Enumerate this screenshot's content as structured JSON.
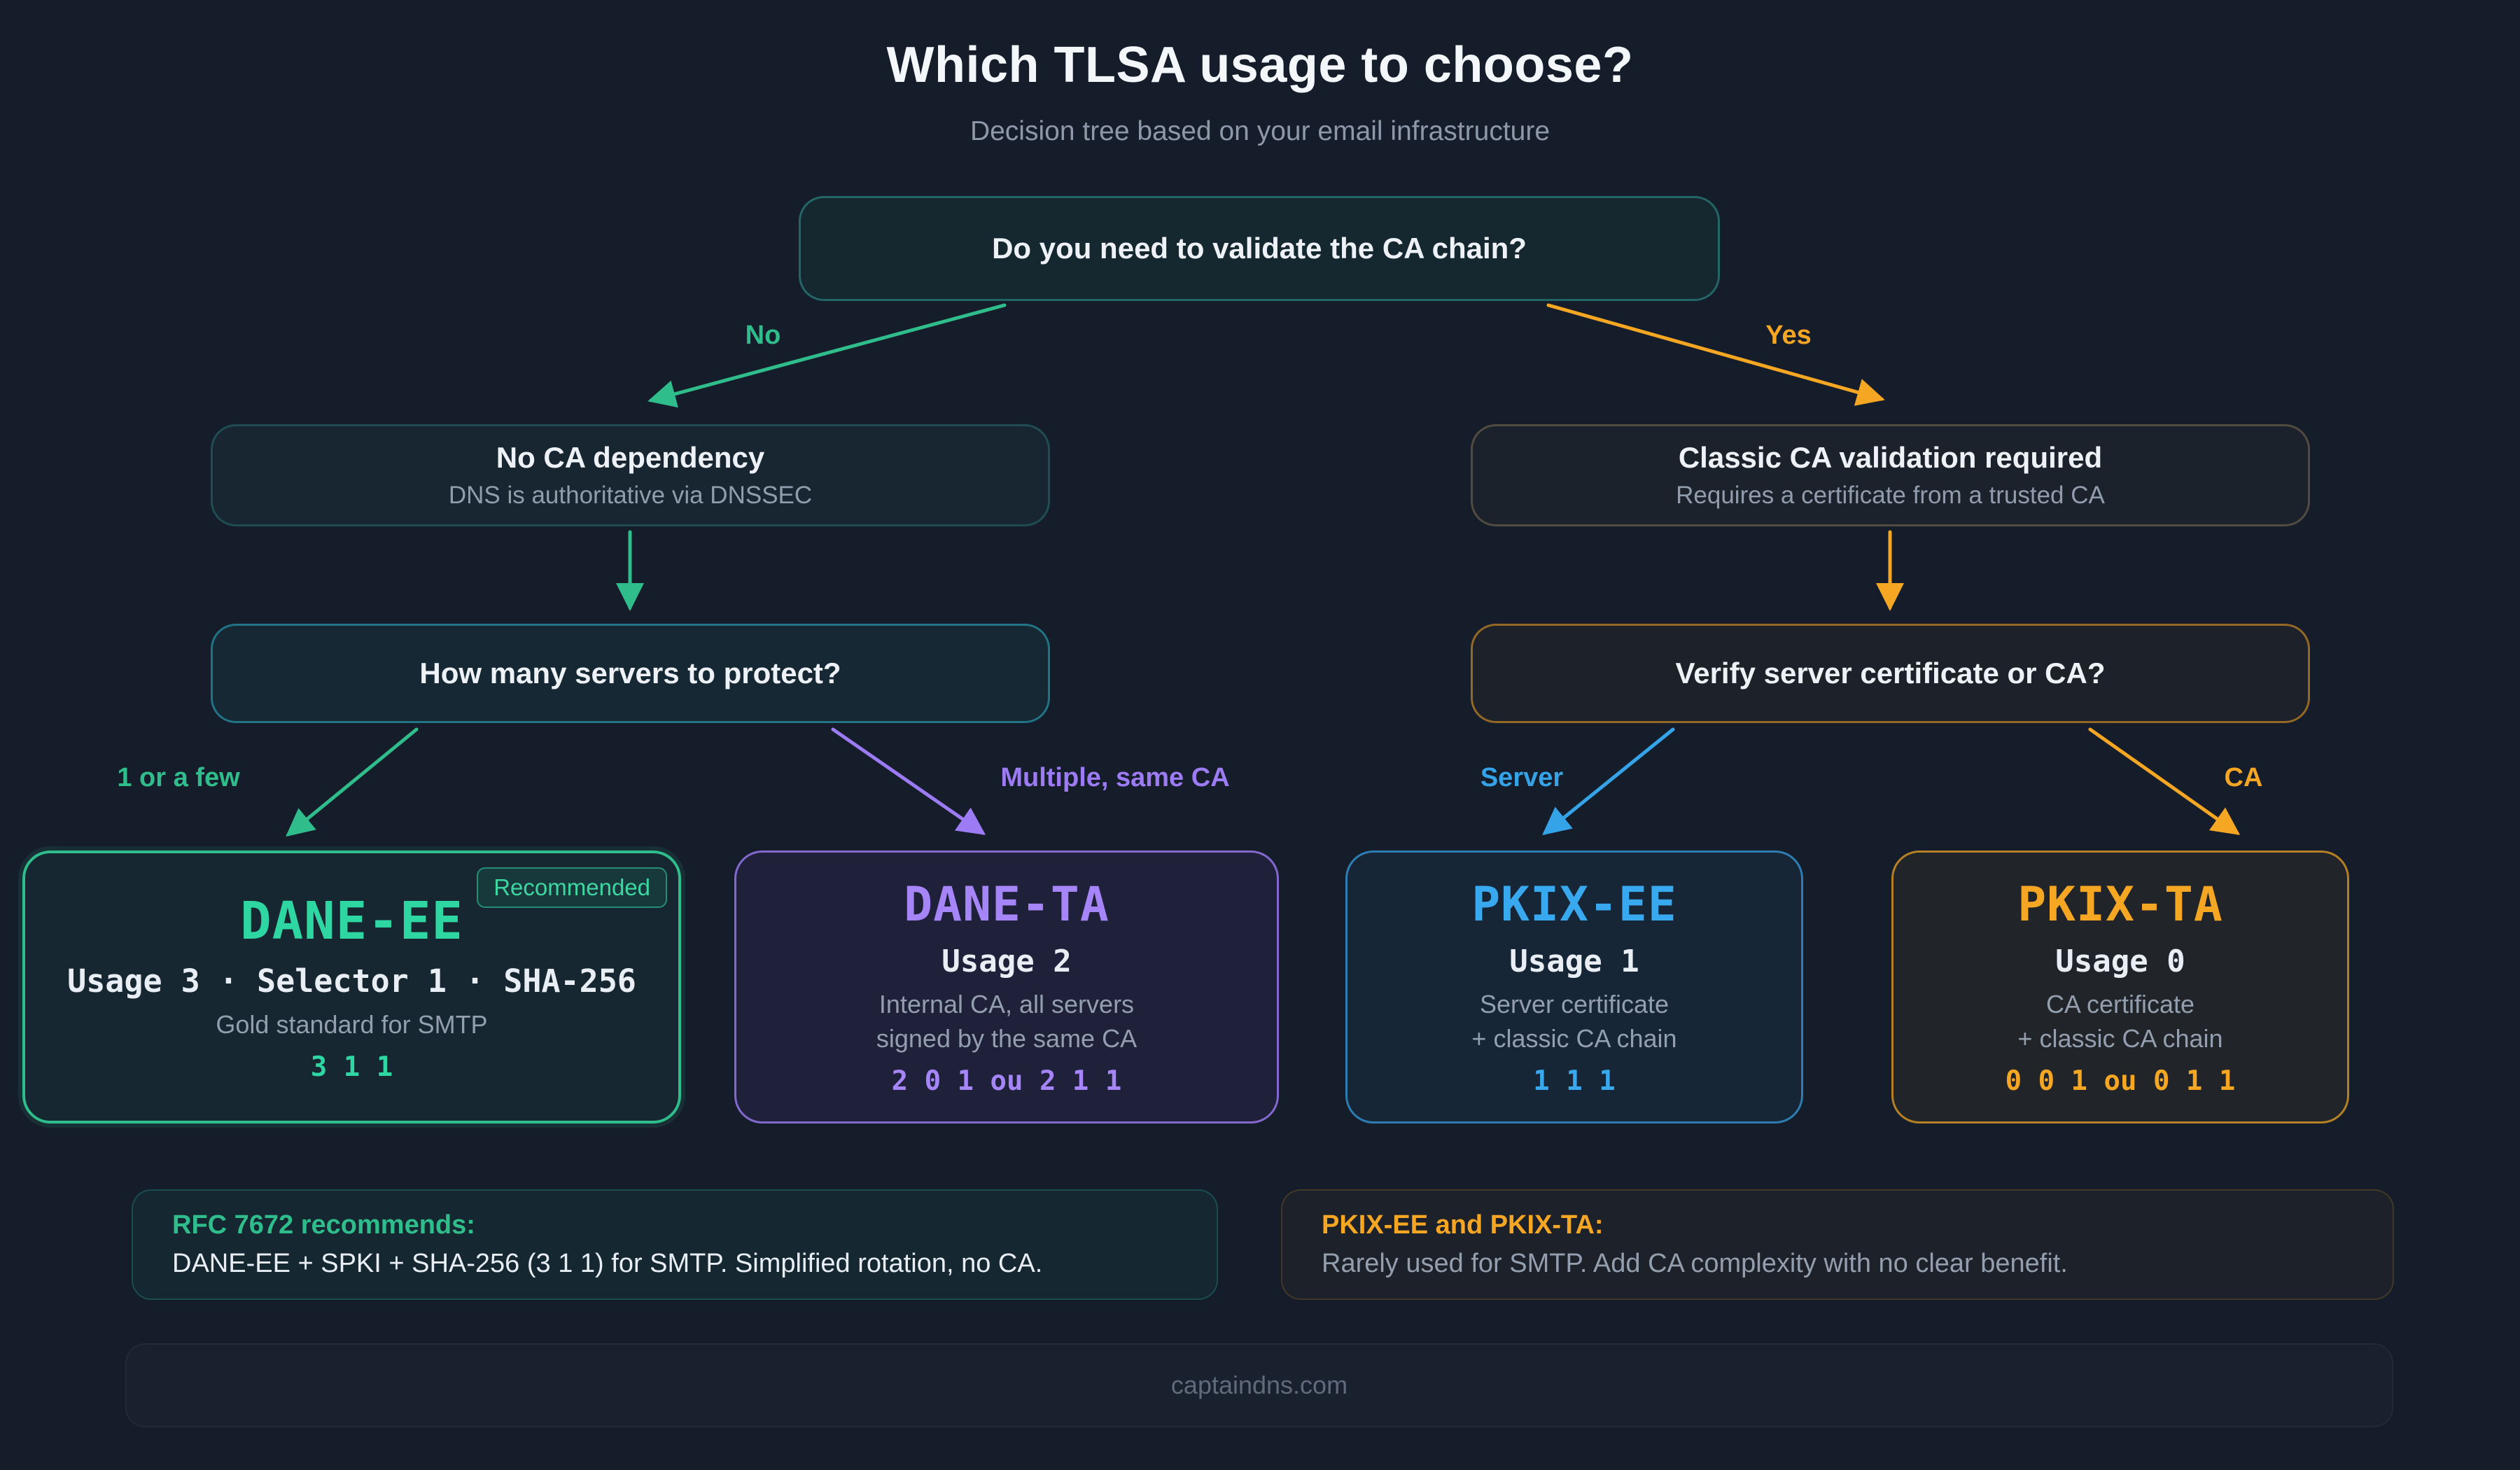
{
  "colors": {
    "background": "#151d2a",
    "green": "#2ebd8b",
    "orange": "#f5a623",
    "purple": "#9d7bf4",
    "blue": "#35a3e8",
    "text_primary": "#eef2f7",
    "text_secondary": "#939eae"
  },
  "header": {
    "title": "Which TLSA usage to choose?",
    "subtitle": "Decision tree based on your email infrastructure"
  },
  "tree": {
    "root_question": "Do you need to validate the CA chain?",
    "branch_labels": {
      "no": "No",
      "yes": "Yes",
      "one_or_few": "1 or a few",
      "multiple_same_ca": "Multiple, same CA",
      "server": "Server",
      "ca": "CA"
    },
    "no_ca_node": {
      "title": "No CA dependency",
      "subtitle": "DNS is authoritative via DNSSEC"
    },
    "classic_ca_node": {
      "title": "Classic CA validation required",
      "subtitle": "Requires a certificate from a trusted CA"
    },
    "how_many_question": "How many servers to protect?",
    "verify_question": "Verify server certificate or CA?"
  },
  "cards": [
    {
      "badge": "Recommended",
      "title": "DANE-EE",
      "usage": "Usage 3 · Selector 1 · SHA-256",
      "desc1": "Gold standard for SMTP",
      "desc2": "",
      "code": "3 1 1"
    },
    {
      "title": "DANE-TA",
      "usage": "Usage 2",
      "desc1": "Internal CA, all servers",
      "desc2": "signed by the same CA",
      "code": "2 0 1 ou 2 1 1"
    },
    {
      "title": "PKIX-EE",
      "usage": "Usage 1",
      "desc1": "Server certificate",
      "desc2": "+ classic CA chain",
      "code": "1 1 1"
    },
    {
      "title": "PKIX-TA",
      "usage": "Usage 0",
      "desc1": "CA certificate",
      "desc2": "+ classic CA chain",
      "code": "0 0 1 ou 0 1 1"
    }
  ],
  "notes": {
    "left": {
      "title": "RFC 7672 recommends:",
      "body": "DANE-EE + SPKI + SHA-256 (3 1 1) for SMTP. Simplified rotation, no CA."
    },
    "right": {
      "title": "PKIX-EE and PKIX-TA:",
      "body": "Rarely used for SMTP. Add CA complexity with no clear benefit."
    }
  },
  "footer": {
    "text": "captaindns.com"
  }
}
